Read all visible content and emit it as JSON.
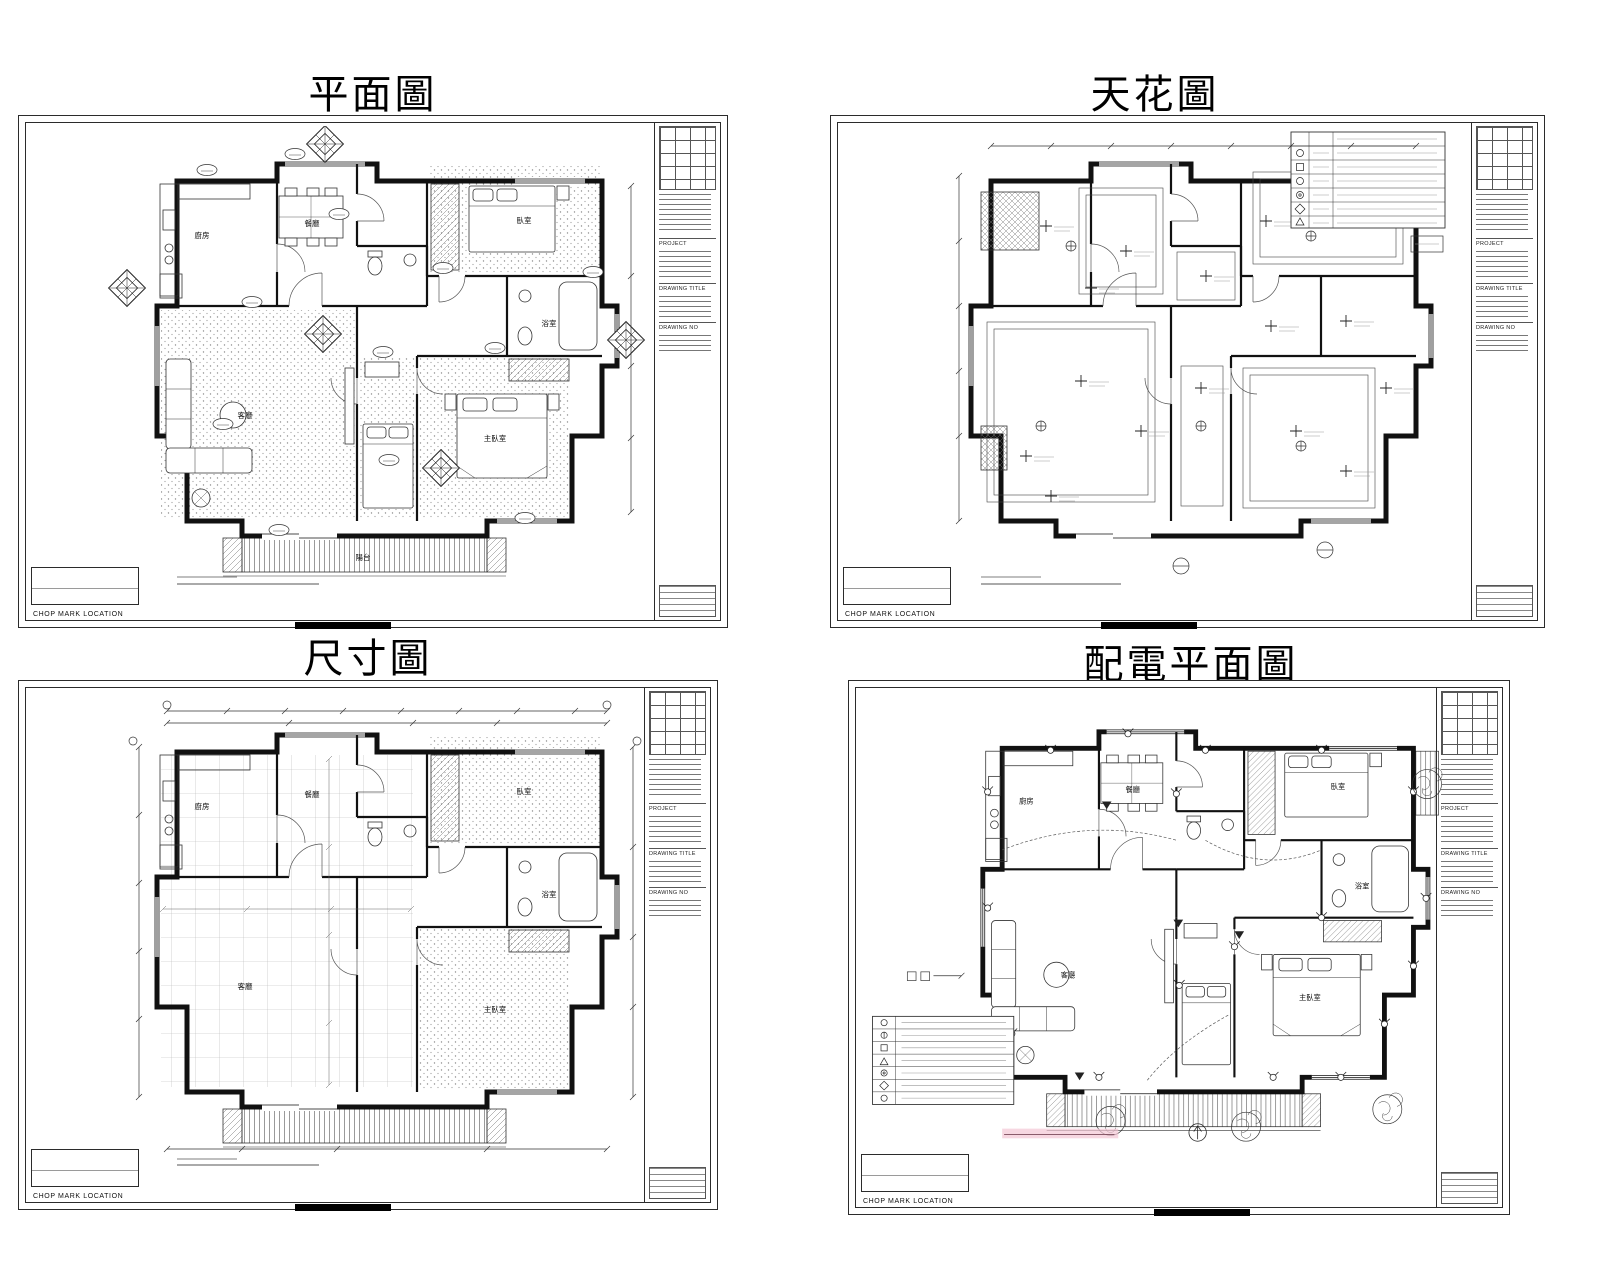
{
  "sheets": [
    {
      "title": "平面圖"
    },
    {
      "title": "天花圖"
    },
    {
      "title": "尺寸圖"
    },
    {
      "title": "配電平面圖"
    }
  ],
  "title_block": {
    "project": "PROJECT",
    "drawing_title": "DRAWING TITLE",
    "drawing_no": "DRAWING NO"
  },
  "chop_mark_label": "CHOP MARK LOCATION",
  "plan_labels": {
    "living": "客廳",
    "dining": "餐廳",
    "kitchen": "廚房",
    "master": "主臥室",
    "bedroom": "臥室",
    "bath": "浴室",
    "balcony": "陽台"
  }
}
